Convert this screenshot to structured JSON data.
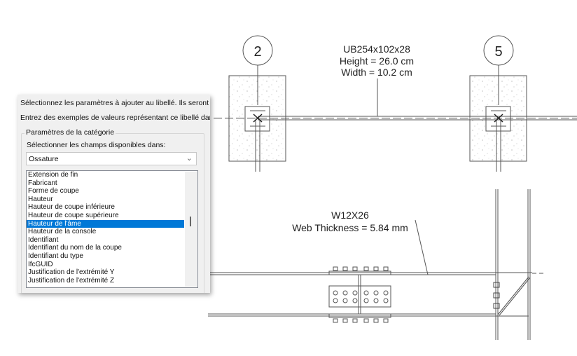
{
  "dialog": {
    "line1": "Sélectionnez les paramètres à ajouter au libellé. Ils seront com",
    "line2": "Entrez des exemples de valeurs représentant ce libellé dans l'e",
    "group_label": "Paramètres de la catégorie",
    "select_label": "Sélectionner les champs disponibles dans:",
    "category_value": "Ossature",
    "fields": [
      "Extension de fin",
      "Fabricant",
      "Forme de coupe",
      "Hauteur",
      "Hauteur de coupe inférieure",
      "Hauteur de coupe supérieure",
      "Hauteur de l'âme",
      "Hauteur de la console",
      "Identifiant",
      "Identifiant du nom de la coupe",
      "Identifiant du type",
      "IfcGUID",
      "Justification de l'extrémité Y",
      "Justification de l'extrémité Z"
    ],
    "selected_field": "Hauteur de l'âme"
  },
  "plan_view": {
    "grid_left": "2",
    "grid_right": "5",
    "tag_line1": "UB254x102x28",
    "tag_line2": "Height = 26.0 cm",
    "tag_line3": "Width = 10.2 cm"
  },
  "elevation_view": {
    "tag_line1": "W12X26",
    "tag_line2": "Web Thickness = 5.84 mm"
  }
}
